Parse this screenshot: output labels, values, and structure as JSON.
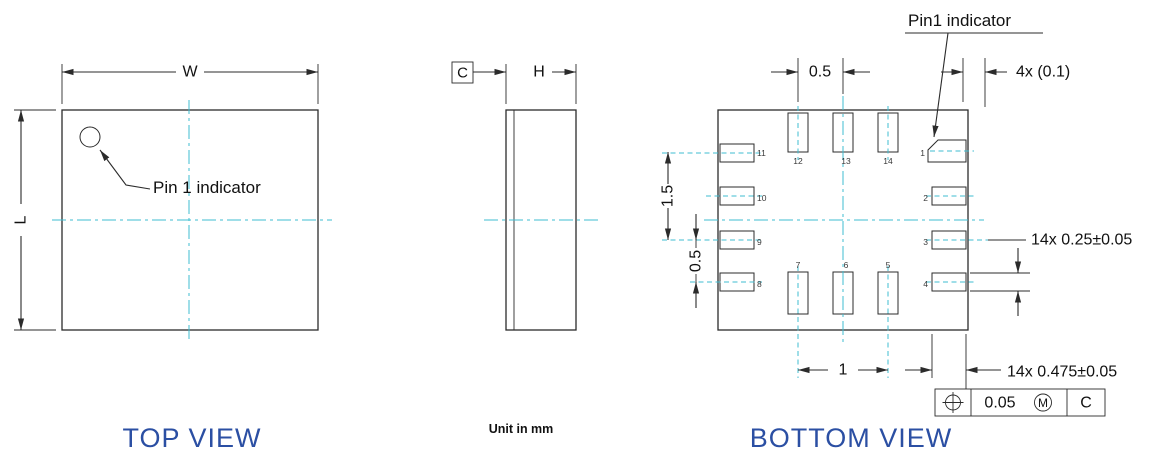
{
  "colors": {
    "outline": "#2b2b2b",
    "centerline": "#3fbdd1",
    "view_title": "#2b4fa3",
    "dimension_text": "#111111"
  },
  "top_view": {
    "title": "TOP VIEW",
    "width_label": "W",
    "length_label": "L",
    "pin1_label": "Pin 1 indicator"
  },
  "side_view": {
    "datum_label": "C",
    "height_label": "H",
    "unit_note": "Unit in mm"
  },
  "bottom_view": {
    "title": "BOTTOM VIEW",
    "pin1_label": "Pin1 indicator",
    "dimensions": {
      "pad_pitch_top": "0.5",
      "corner_pads": "4x (0.1)",
      "pitch_left_outer": "1.5",
      "pitch_left_inner": "0.5",
      "pad_width": "14x 0.25±0.05",
      "pad_pitch_bottom": "1",
      "pad_length": "14x 0.475±0.05"
    },
    "tolerance_frame": {
      "tolerance": "0.05",
      "modifier": "M",
      "datum": "C"
    },
    "pins": {
      "p1": "1",
      "p2": "2",
      "p3": "3",
      "p4": "4",
      "p5": "5",
      "p6": "6",
      "p7": "7",
      "p8": "8",
      "p9": "9",
      "p10": "10",
      "p11": "11",
      "p12": "12",
      "p13": "13",
      "p14": "14"
    }
  }
}
